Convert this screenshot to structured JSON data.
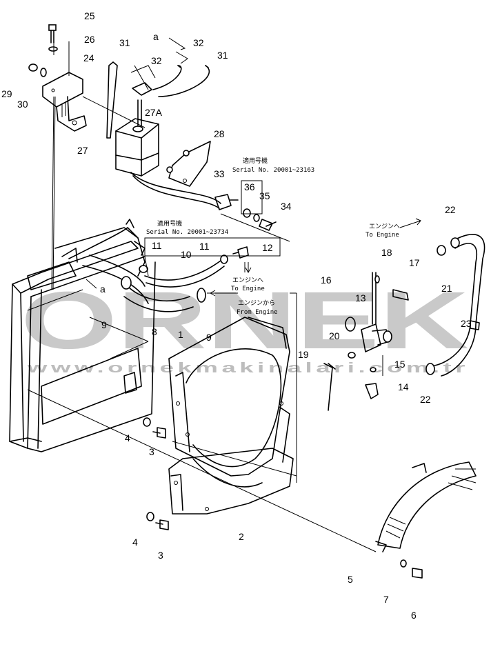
{
  "labels": {
    "n1": "1",
    "n2": "2",
    "n3a": "3",
    "n3b": "3",
    "n4a": "4",
    "n4b": "4",
    "n5": "5",
    "n6": "6",
    "n7": "7",
    "n8": "8",
    "n9a": "9",
    "n9b": "9",
    "n10": "10",
    "n11a": "11",
    "n11b": "11",
    "n12": "12",
    "n13": "13",
    "n14": "14",
    "n15": "15",
    "n16": "16",
    "n17": "17",
    "n18": "18",
    "n19": "19",
    "n20": "20",
    "n21": "21",
    "n22a": "22",
    "n22b": "22",
    "n23": "23",
    "n24": "24",
    "n25": "25",
    "n26": "26",
    "n27": "27",
    "n27a": "27A",
    "n28": "28",
    "n29": "29",
    "n30": "30",
    "n31a": "31",
    "n31b": "31",
    "n32a": "32",
    "n32b": "32",
    "n33": "33",
    "n34": "34",
    "n35": "35",
    "n36": "36",
    "a_top": "a",
    "a_mid": "a"
  },
  "notes": {
    "serial1_jp": "適用号機",
    "serial1": "Serial No. 20001~23163",
    "serial2_jp": "適用号機",
    "serial2": "Serial No. 20001~23734",
    "to_engine1_jp": "エンジンへ",
    "to_engine1": "To Engine",
    "to_engine2_jp": "エンジンへ",
    "to_engine2": "To Engine",
    "from_engine_jp": "エンジンから",
    "from_engine": "From Engine"
  },
  "watermark": {
    "brand": "ORNEK",
    "url": "www.ornekmakinalari.com.tr"
  },
  "colors": {
    "ink": "#000000",
    "watermark": "#c9c9c9",
    "paper": "#ffffff"
  }
}
